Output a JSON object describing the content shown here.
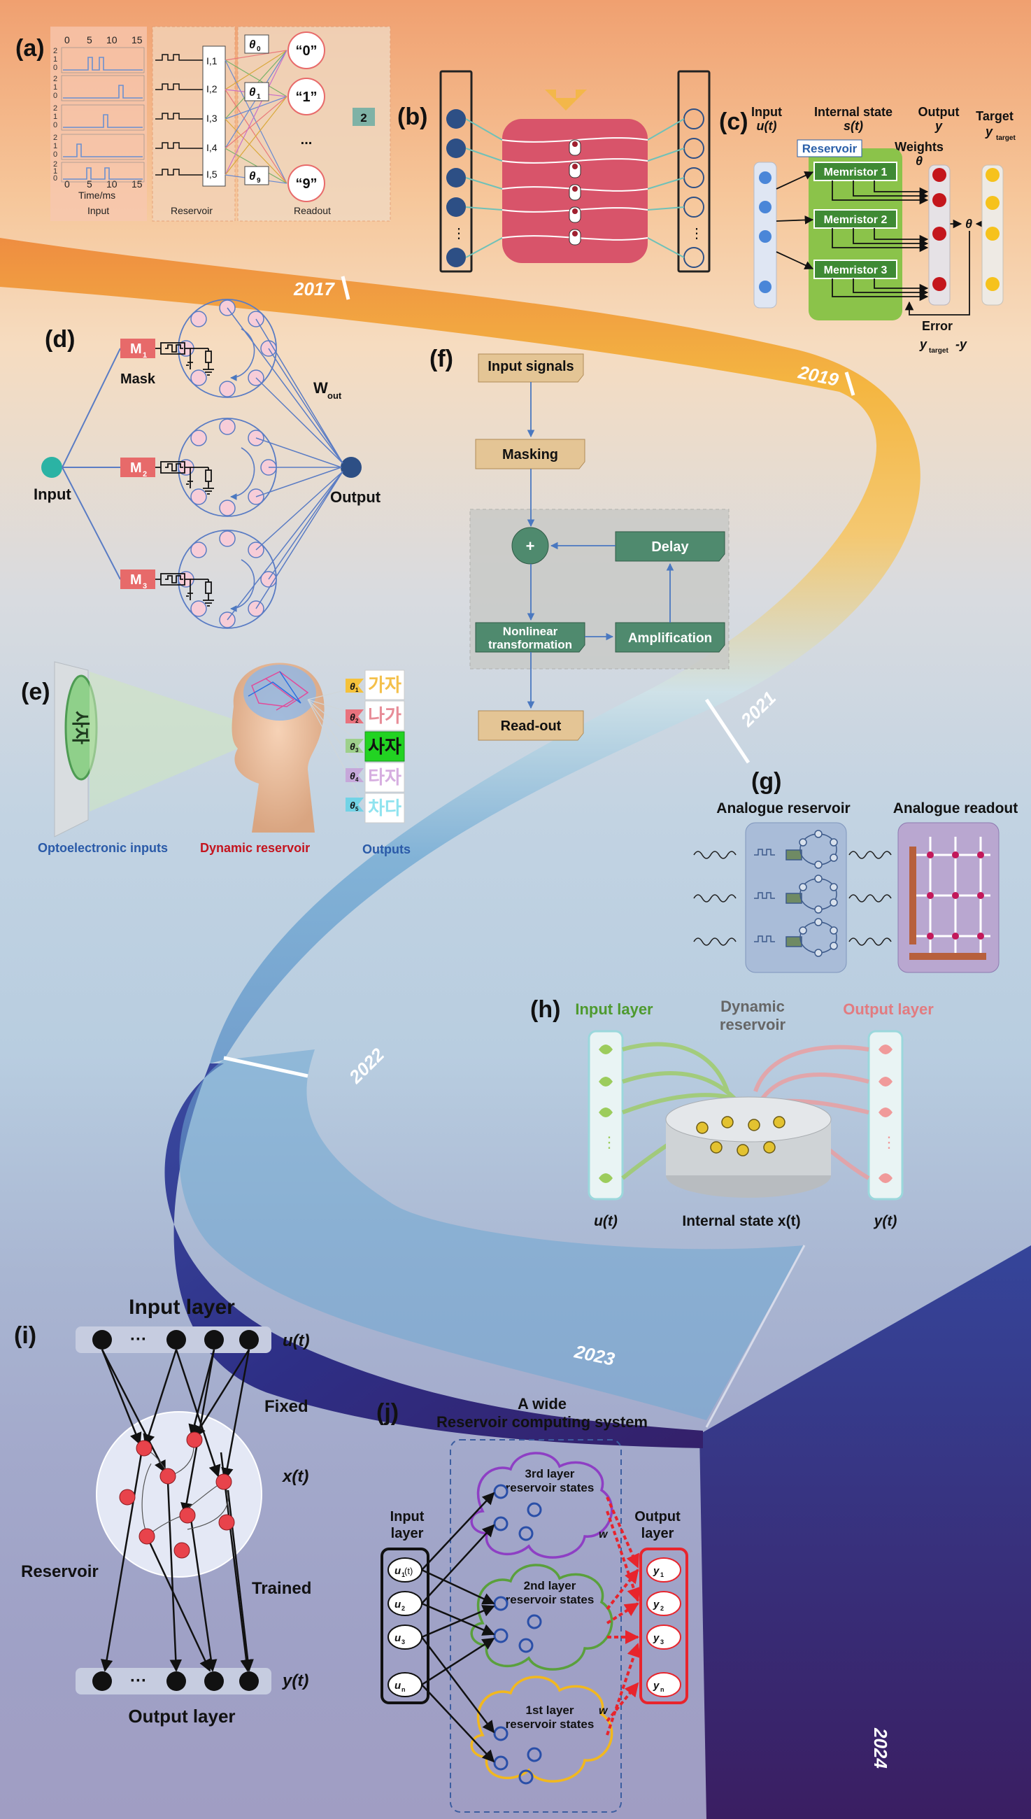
{
  "timeline": {
    "years": [
      "2017",
      "2019",
      "2021",
      "2022",
      "2023",
      "2024"
    ]
  },
  "panel_a": {
    "label": "(a)",
    "top_ticks": [
      "0",
      "5",
      "10",
      "15"
    ],
    "bottom_ticks": [
      "0",
      "5",
      "10",
      "15"
    ],
    "y_ticks": [
      "2",
      "1",
      "0"
    ],
    "time_label": "Time/ms",
    "input_label": "Input",
    "reservoir_label": "Reservoir",
    "readout_label": "Readout",
    "cells": [
      "I,1",
      "I,2",
      "I,3",
      "I,4",
      "I,5"
    ],
    "thetas": [
      "θ",
      "θ",
      "θ"
    ],
    "theta_subs": [
      "0",
      "1",
      "9"
    ],
    "outputs": [
      "“0”",
      "“1”",
      "“9”"
    ],
    "ellipsis": "...",
    "result": "2"
  },
  "panel_b": {
    "label": "(b)",
    "ellipsis": "⋮"
  },
  "panel_c": {
    "label": "(c)",
    "input_title": "Input",
    "input_sym": "u(t)",
    "state_title": "Internal state",
    "state_sym": "s(t)",
    "output_title": "Output",
    "output_sym": "y",
    "target_title": "Target",
    "target_sym": "y",
    "target_sub": "target",
    "weights_title": "Weights",
    "weights_sym": "θ",
    "reservoir_tag": "Reservoir",
    "memristors": [
      "Memristor 1",
      "Memristor 2",
      "Memristor 3"
    ],
    "theta_node": "θ",
    "error_title": "Error",
    "error_expr_a": "y",
    "error_sub": "target",
    "error_expr_b": "-y"
  },
  "panel_d": {
    "label": "(d)",
    "masks": [
      "M",
      "M",
      "M"
    ],
    "mask_subs": [
      "1",
      "2",
      "3"
    ],
    "mask_label": "Mask",
    "input_label": "Input",
    "output_label": "Output",
    "wout": "W",
    "wout_sub": "out"
  },
  "panel_e": {
    "label": "(e)",
    "thetas": [
      "θ",
      "θ",
      "θ",
      "θ",
      "θ"
    ],
    "theta_subs": [
      "1",
      "2",
      "3",
      "4",
      "5"
    ],
    "outputs": [
      "가자",
      "나가",
      "사자",
      "타자",
      "차다"
    ],
    "screen_text": "사자",
    "caption_inputs": "Optoelectronic inputs",
    "caption_reservoir": "Dynamic reservoir",
    "caption_outputs": "Outputs"
  },
  "panel_f": {
    "label": "(f)",
    "input": "Input signals",
    "masking": "Masking",
    "plus": "+",
    "delay": "Delay",
    "nonlinear": [
      "Nonlinear",
      "transformation"
    ],
    "amplification": "Amplification",
    "readout": "Read-out"
  },
  "panel_g": {
    "label": "(g)",
    "reservoir_title": "Analogue reservoir",
    "readout_title": "Analogue readout"
  },
  "panel_h": {
    "label": "(h)",
    "input_layer": "Input layer",
    "dynamic": [
      "Dynamic",
      "reservoir"
    ],
    "output_layer": "Output layer",
    "u": "u(t)",
    "internal": "Internal state x(t)",
    "y": "y(t)"
  },
  "panel_i": {
    "label": "(i)",
    "input_layer": "Input layer",
    "output_layer": "Output layer",
    "u": "u(t)",
    "x": "x(t)",
    "y": "y(t)",
    "fixed": "Fixed",
    "trained": "Trained",
    "reservoir": "Reservoir",
    "ellipsis": "···"
  },
  "panel_j": {
    "label": "(j)",
    "title": [
      "A wide",
      "Reservoir computing system"
    ],
    "input_layer": [
      "Input",
      "layer"
    ],
    "output_layer": [
      "Output",
      "layer"
    ],
    "inputs": [
      "u",
      "u",
      "u",
      "u"
    ],
    "input_subs": [
      "1",
      "2",
      "3",
      "n"
    ],
    "outputs": [
      "y",
      "y",
      "y",
      "y"
    ],
    "output_subs": [
      "1",
      "2",
      "3",
      "n"
    ],
    "layer3": [
      "3rd layer",
      "reservoir states"
    ],
    "layer2": [
      "2nd layer",
      "reservoir states"
    ],
    "layer1": [
      "1st layer",
      "reservoir states"
    ],
    "w3": "w",
    "w1": "w"
  }
}
